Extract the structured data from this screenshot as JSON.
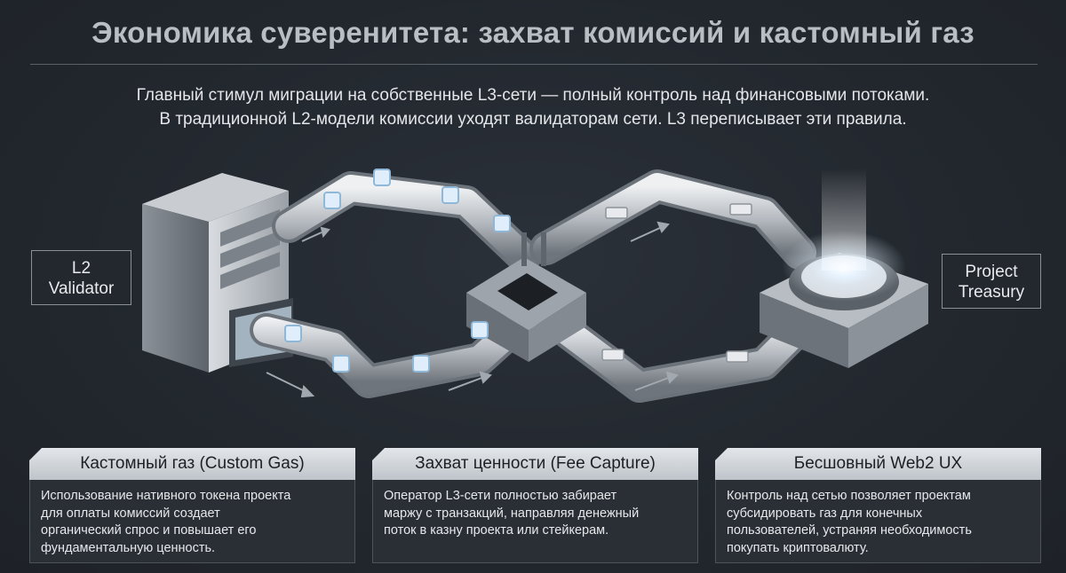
{
  "header": {
    "title": "Экономика суверенитета: захват комиссий и кастомный газ",
    "subtitle_line1": "Главный стимул миграции на собственные L3-сети — полный контроль над финансовыми потоками.",
    "subtitle_line2": "В традиционной L2-модели комиссии уходят валидаторам сети. L3 переписывает эти правила."
  },
  "diagram": {
    "source_label": "L2\nValidator",
    "source_line1": "L2",
    "source_line2": "Validator",
    "target_line1": "Project",
    "target_line2": "Treasury",
    "token_icon": "token-cube-icon",
    "cash_icon": "cash-bill-icon",
    "colors": {
      "background": "#22272e",
      "pipe": "#a9aeb5",
      "glow": "#cfe8ff"
    }
  },
  "cards": [
    {
      "title": "Кастомный газ (Custom Gas)",
      "lines": [
        "Использование нативного токена проекта",
        "для оплаты комиссий создает",
        "органический спрос и повышает его",
        "фундаментальную ценность."
      ]
    },
    {
      "title": "Захват ценности (Fee Capture)",
      "lines": [
        "Оператор L3-сети полностью забирает",
        "маржу с транзакций, направляя денежный",
        "поток в казну проекта или стейкерам."
      ]
    },
    {
      "title": "Бесшовный Web2 UX",
      "lines": [
        "Контроль над сетью позволяет проектам",
        "субсидировать газ для конечных",
        "пользователей, устраняя необходимость",
        "покупать криптовалюту."
      ]
    }
  ]
}
